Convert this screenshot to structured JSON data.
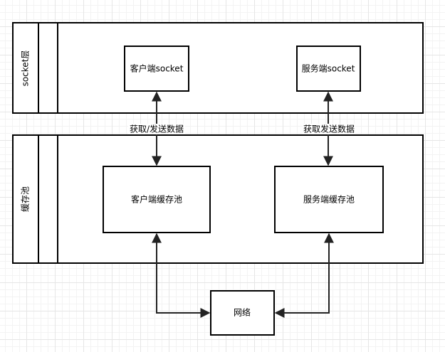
{
  "layers": {
    "socket": {
      "title": "socket层"
    },
    "cache": {
      "title": "缓存池"
    }
  },
  "nodes": {
    "client_socket": "客户端socket",
    "server_socket": "服务端socket",
    "client_cache": "客户端缓存池",
    "server_cache": "服务端缓存池",
    "network": "网络"
  },
  "edges": {
    "client_transfer": "获取/发送数据",
    "server_transfer": "获取发送数据"
  }
}
